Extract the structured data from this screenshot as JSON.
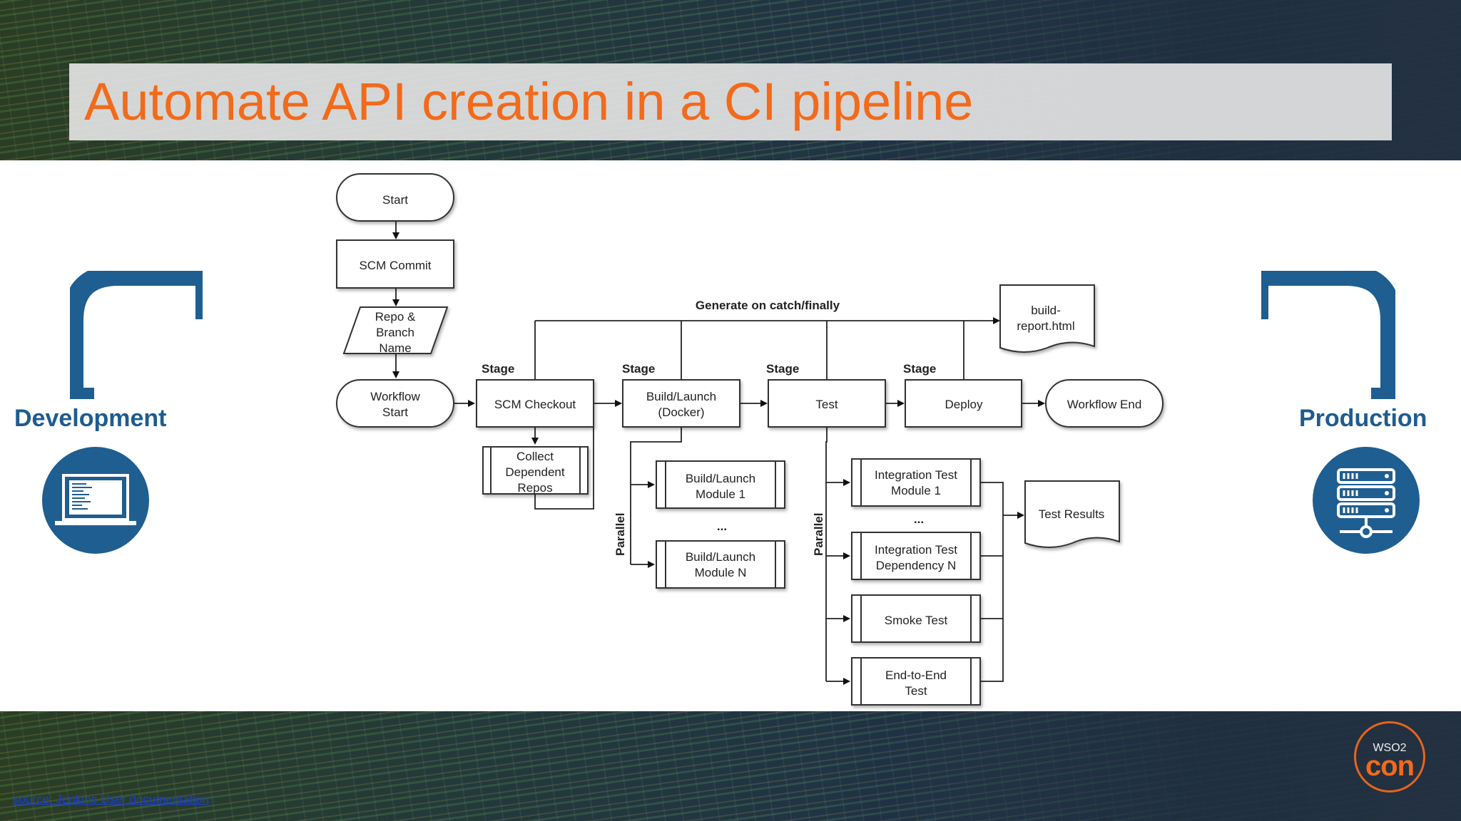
{
  "slide": {
    "title": "Automate API creation in a CI pipeline",
    "source_link": "source: Jenkins User documentation",
    "logo_top": "WSO2",
    "logo_main": "con"
  },
  "sides": {
    "development_label": "Development",
    "production_label": "Production"
  },
  "colors": {
    "title": "#f26a1b",
    "brand_blue": "#1f5e91",
    "panel": "#ffffff"
  },
  "icons": {
    "development": "laptop-icon",
    "production": "server-icon",
    "left_pipe": "pipe-elbow-icon",
    "right_pipe": "pipe-elbow-icon"
  },
  "flowchart": {
    "nodes": {
      "start": "Start",
      "scm_commit": "SCM Commit",
      "repo_branch": [
        "Repo &",
        "Branch",
        "Name"
      ],
      "workflow_start": [
        "Workflow",
        "Start"
      ],
      "scm_checkout": "SCM Checkout",
      "build_launch_docker": [
        "Build/Launch",
        "(Docker)"
      ],
      "test": "Test",
      "deploy": "Deploy",
      "workflow_end": "Workflow End",
      "collect_repos": [
        "Collect",
        "Dependent",
        "Repos"
      ],
      "build_module_1": [
        "Build/Launch",
        "Module 1"
      ],
      "build_module_n": [
        "Build/Launch",
        "Module N"
      ],
      "integration_module_1": [
        "Integration Test",
        "Module 1"
      ],
      "integration_dependency_n": [
        "Integration Test",
        "Dependency N"
      ],
      "smoke_test": "Smoke Test",
      "end_to_end": [
        "End-to-End",
        "Test"
      ],
      "build_report": [
        "build-",
        "report.html"
      ],
      "test_results": "Test Results"
    },
    "annotations": {
      "generate": "Generate on catch/finally",
      "stage": "Stage",
      "parallel": "Parallel",
      "ellipsis": "..."
    }
  }
}
